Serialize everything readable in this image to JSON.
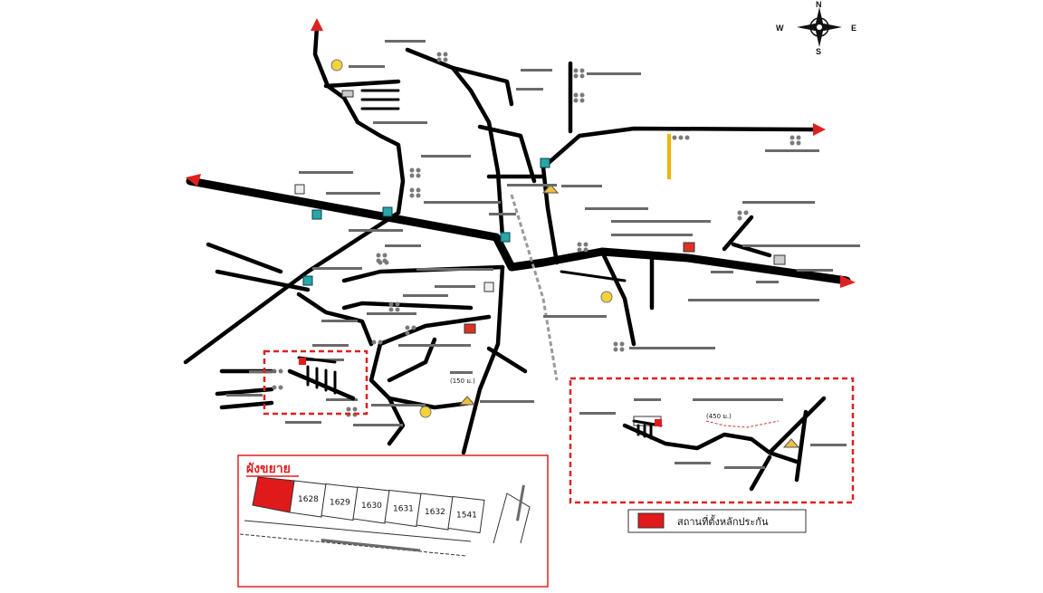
{
  "compass": {
    "north": "N",
    "south": "S",
    "east": "E",
    "west": "W"
  },
  "inset_title": "ผังขยาย",
  "plots": [
    "1628",
    "1629",
    "1630",
    "1631",
    "1632",
    "1541"
  ],
  "detail_box": {
    "distance_label": "(450 ม.)"
  },
  "route_label": "(150 ม.)",
  "legend": {
    "label": "สถานที่ตั้งหลักประกัน",
    "swatch_color": "#e01a1a"
  },
  "colors": {
    "road": "#000000",
    "highlight_box": "#e02020",
    "arrow": "#e02020",
    "landmark_teal": "#2aa6a6"
  }
}
